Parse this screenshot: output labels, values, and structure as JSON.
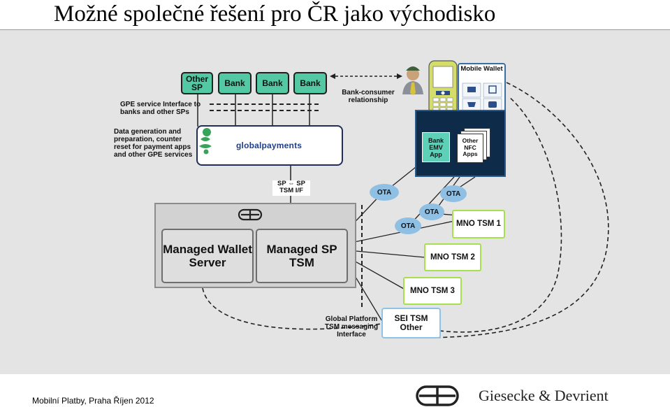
{
  "slide": {
    "title": "Možné společné řešení pro ČR jako východisko",
    "footer_left": "Mobilní Platby, Praha Říjen 2012",
    "footer_brand": "Giesecke & Devrient"
  },
  "diagram": {
    "sp_boxes": [
      "Other SP",
      "Bank",
      "Bank",
      "Bank"
    ],
    "gpe_service_label": "GPE service Interface to banks and other SPs",
    "bank_consumer_label": "Bank-consumer relationship",
    "data_gen_label": "Data generation and preparation, counter reset for payment apps and other GPE services",
    "global_payments_text": "globalpayments",
    "sp_tsm_if": "SP ⇔ SP TSM I/F",
    "managed_wallet_server": "Managed Wallet Server",
    "managed_sp_tsm": "Managed SP TSM",
    "global_platform_label": "Global Platform TSM messaging Interface",
    "ota_labels": [
      "OTA",
      "OTA",
      "OTA",
      "OTA"
    ],
    "mno_tsm": [
      "MNO TSM 1",
      "MNO TSM 2",
      "MNO TSM 3"
    ],
    "sei_tsm": "SEI TSM Other",
    "mobile_wallet": "Mobile Wallet",
    "bank_emv_app": "Bank EMV App",
    "other_nfc_apps": "Other NFC Apps"
  },
  "colors": {
    "sp_box": "#52c8a3",
    "ota": "#8fc0e4",
    "mno_border": "#a6e04c",
    "canvas": "#e4e4e4",
    "phone_panel": "#0f2b4a"
  }
}
